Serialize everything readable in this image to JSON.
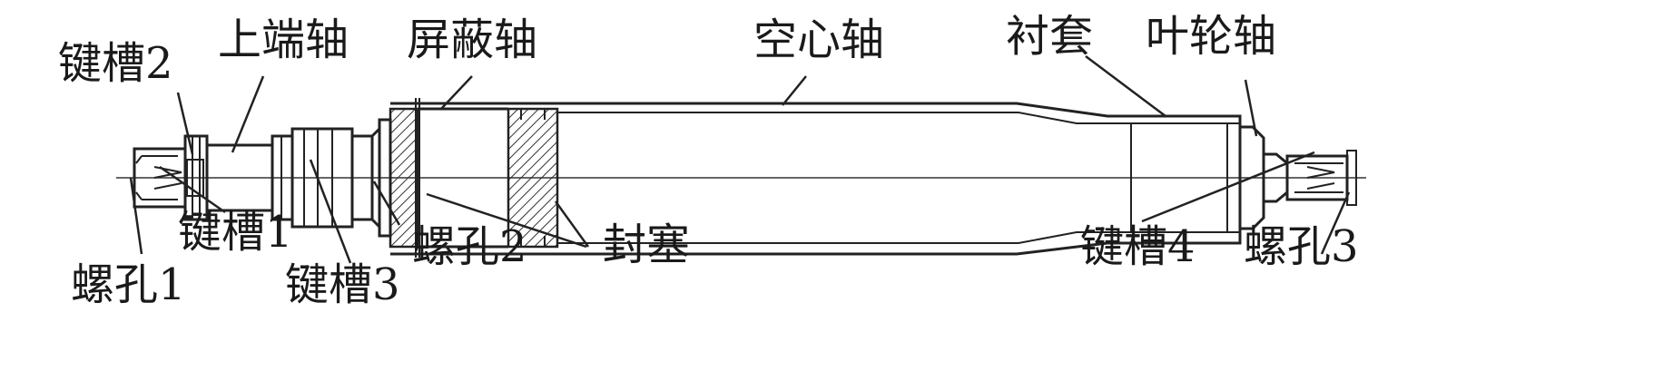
{
  "labels": {
    "upper_shaft": "上端轴",
    "shield_shaft": "屏蔽轴",
    "hollow_shaft": "空心轴",
    "bushing": "衬套",
    "impeller_shaft": "叶轮轴",
    "keyway_2": "键槽2",
    "keyway_1": "键槽1",
    "keyway_3": "键槽3",
    "keyway_4": "键槽4",
    "screw_hole_1": "螺孔1",
    "screw_hole_2": "螺孔2",
    "screw_hole_3": "螺孔3",
    "plug": "封塞"
  }
}
